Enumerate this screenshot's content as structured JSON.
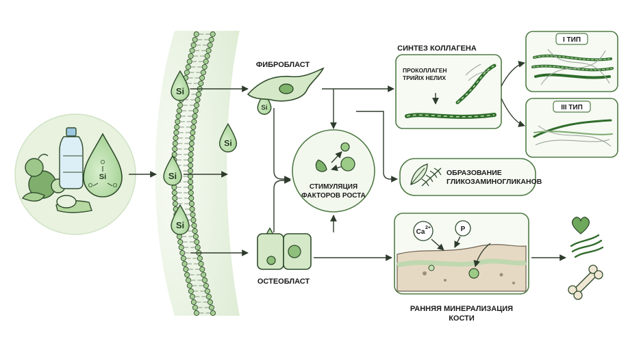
{
  "colors": {
    "accent": "#4f8f45",
    "drop_fill": "#bfe0b2",
    "outline": "#2e4a2a",
    "membrane_bg": "#e8f2e1"
  },
  "si_label": "Si",
  "cells": {
    "fibroblast": "ФИБРОБЛАСТ",
    "osteoblast": "ОСТЕОБЛАСТ"
  },
  "center": {
    "line1": "СТИМУЛЯЦИЯ",
    "line2": "ФАКТОРОВ РОСТА"
  },
  "collagen": {
    "title": "СИНТЕЗ КОЛЛАГЕНА",
    "procollagen_line1": "ПРОКОЛЛАГЕН",
    "procollagen_line2": "ТРИЙІХ НЕЛИХ",
    "type1": "I ТИП",
    "type3": "III ТИП"
  },
  "gag": {
    "line1": "ОБРАЗОВАНИЕ",
    "line2": "ГЛИКОЗАМИНОГЛИКАНОВ"
  },
  "mineral": {
    "ca": "Ca",
    "ca_charge": "2+",
    "p": "P",
    "caption_line1": "РАННЯЯ МИНЕРАЛИЗАЦИЯ",
    "caption_line2": "КОСТИ"
  },
  "source": {
    "molecule_center": "Si",
    "molecule_o": "O"
  },
  "icons": [
    "food-icon",
    "water-bottle-icon",
    "feather-icon",
    "glycosaminoglycan-icon",
    "heart-icon",
    "bone-icon"
  ]
}
